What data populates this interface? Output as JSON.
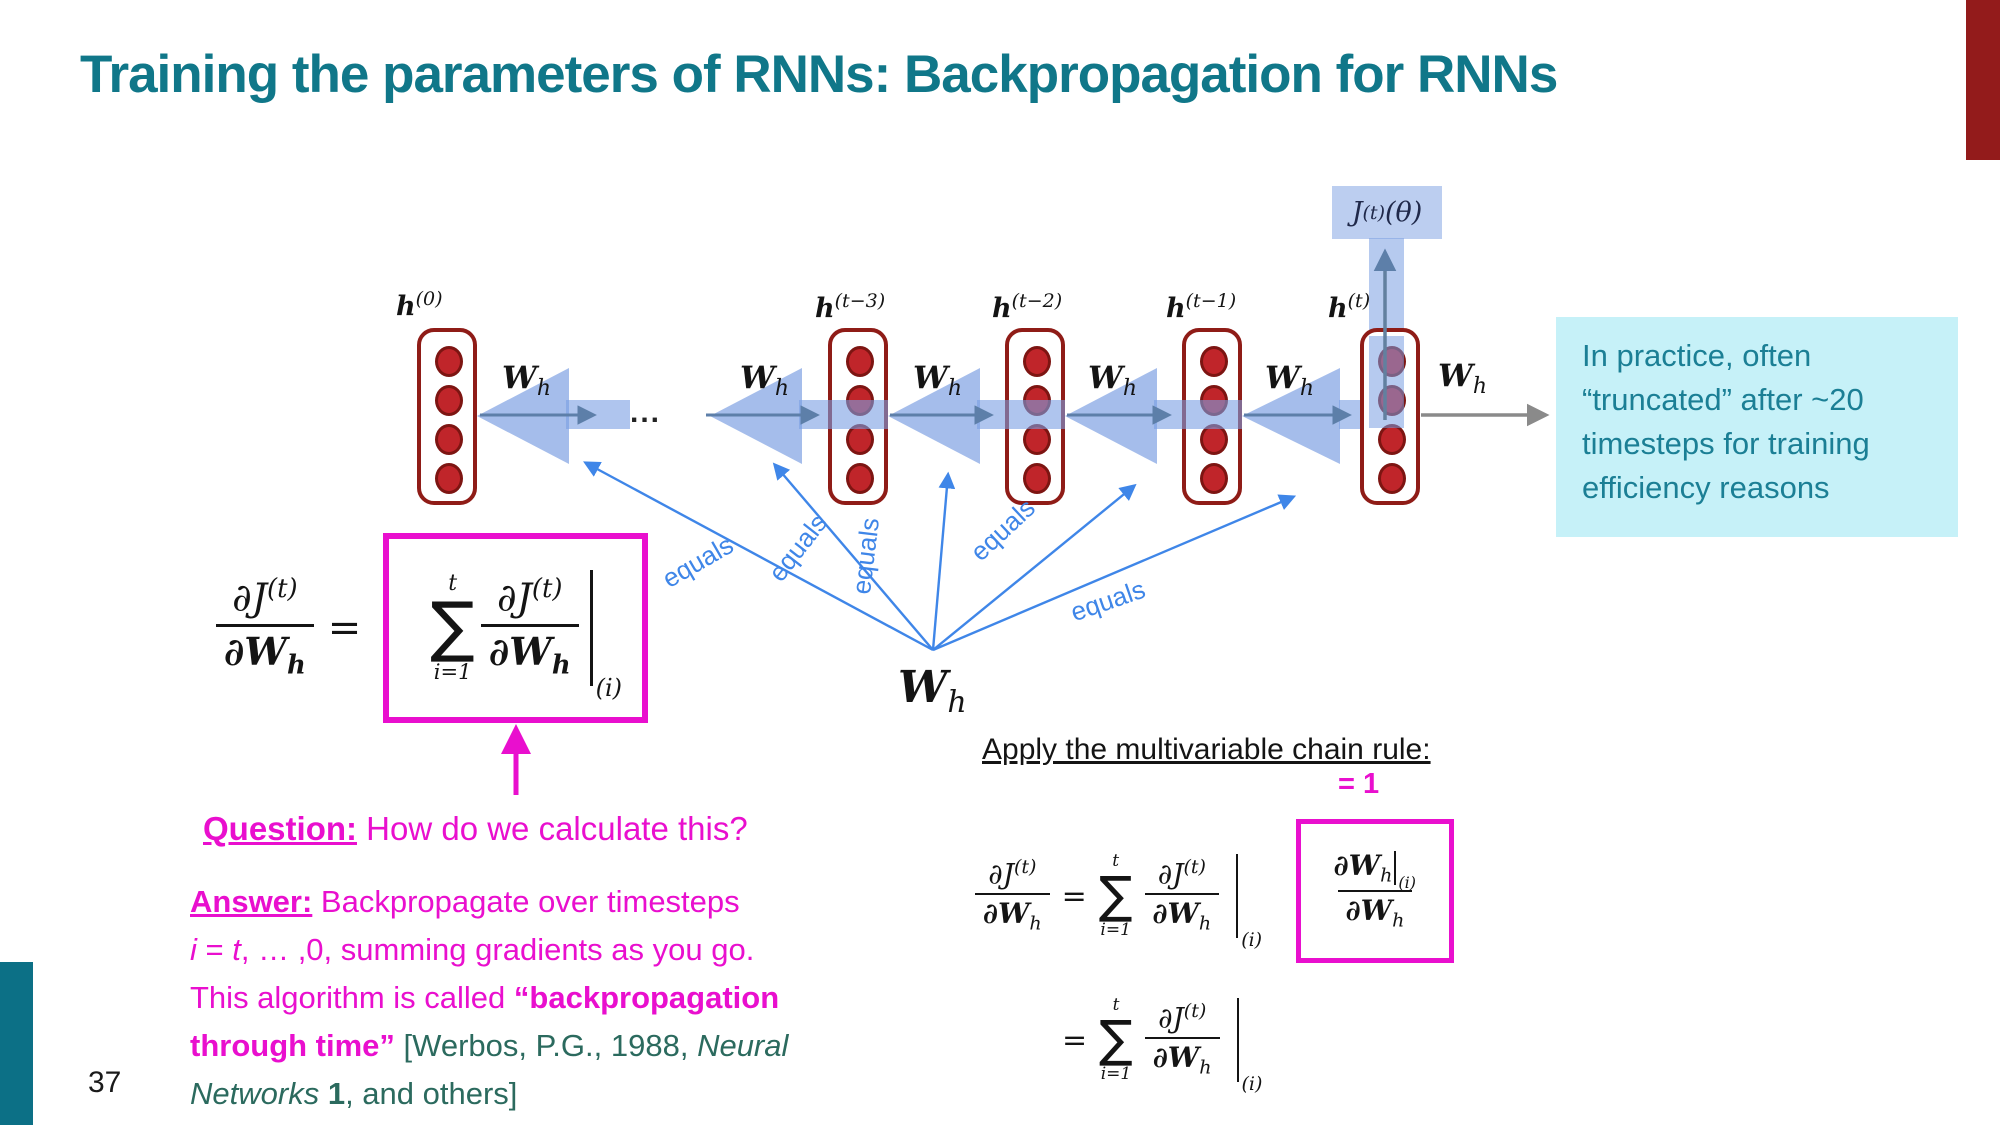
{
  "slide": {
    "title": "Training the parameters of RNNs: Backpropagation for RNNs",
    "page_number": "37"
  },
  "colors": {
    "title_teal": "#107789",
    "magenta": "#e90fce",
    "equals_blue": "#3f86e8",
    "note_bg": "#c6f1f8",
    "note_text": "#1b7f95",
    "citation_teal": "#2b6a5e",
    "accent_bar_red": "#931b1b",
    "accent_bar_teal": "#0c7086",
    "neuron_red": "#c0252a",
    "arrow_light_blue": "#a8c4ec",
    "thin_arrow_slate": "#5d7fa9",
    "long_arrow_gray": "#8a8a8a"
  },
  "diagram": {
    "loss_label": {
      "base": "J",
      "sup": "(t)",
      "arg": "(θ)"
    },
    "hidden_labels": [
      {
        "base": "h",
        "sup": "(0)"
      },
      {
        "base": "h",
        "sup": "(t−3)"
      },
      {
        "base": "h",
        "sup": "(t−2)"
      },
      {
        "base": "h",
        "sup": "(t−1)"
      },
      {
        "base": "h",
        "sup": "(t)"
      }
    ],
    "weight_label": {
      "base": "W",
      "sub": "h"
    },
    "dots": "...",
    "equals_labels": [
      "equals",
      "equals",
      "equals",
      "equals",
      "equals"
    ],
    "big_weight": {
      "base": "W",
      "sub": "h"
    }
  },
  "note": {
    "lines": [
      "In practice, often",
      "“truncated” after ~20",
      "timesteps for training",
      "efficiency reasons"
    ]
  },
  "question": {
    "label": "Question:",
    "text": " How do we calculate this?"
  },
  "answer": {
    "label": "Answer:",
    "l1": " Backpropagate over timesteps",
    "l2_i": "i",
    "l2_mid": " = ",
    "l2_t": "t",
    "l2_rest": ", … ,0, summing gradients as you go.",
    "l3a": "This algorithm is called ",
    "l3b": "“backpropagation",
    "l4a": "through time”",
    "l4b": " [Werbos, P.G., 1988, ",
    "l4c": "Neural",
    "l5a": "Networks ",
    "l5b": "1",
    "l5c": ", and others]"
  },
  "chain": {
    "heading": "Apply the multivariable chain rule:",
    "equals_one": "= 1"
  },
  "math": {
    "dJ": "∂J",
    "dW": "∂W",
    "supt": "(t)",
    "subh": "h",
    "sum_top": "t",
    "sum_bot": "i=1",
    "eq": "=",
    "evi": "(i)"
  }
}
